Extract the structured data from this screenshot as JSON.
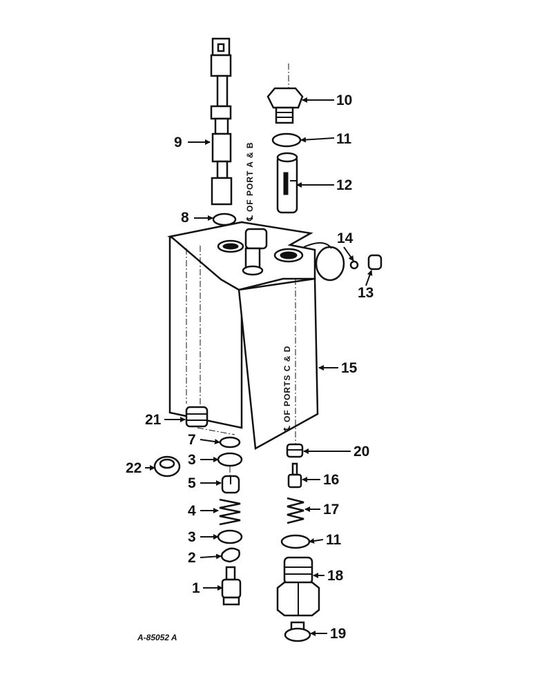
{
  "labels": {
    "port_ab": "℄ OF PORT A & B",
    "ports_cd": "℄ OF PORTS C & D",
    "drawing_id": "A-85052 A"
  },
  "parts": [
    {
      "number": "1"
    },
    {
      "number": "2"
    },
    {
      "number": "3"
    },
    {
      "number": "3"
    },
    {
      "number": "4"
    },
    {
      "number": "5"
    },
    {
      "number": "7"
    },
    {
      "number": "8"
    },
    {
      "number": "9"
    },
    {
      "number": "10"
    },
    {
      "number": "11"
    },
    {
      "number": "11"
    },
    {
      "number": "12"
    },
    {
      "number": "13"
    },
    {
      "number": "14"
    },
    {
      "number": "15"
    },
    {
      "number": "16"
    },
    {
      "number": "17"
    },
    {
      "number": "18"
    },
    {
      "number": "19"
    },
    {
      "number": "20"
    },
    {
      "number": "21"
    },
    {
      "number": "22"
    }
  ],
  "colors": {
    "ink": "#111111",
    "paper": "#ffffff"
  }
}
